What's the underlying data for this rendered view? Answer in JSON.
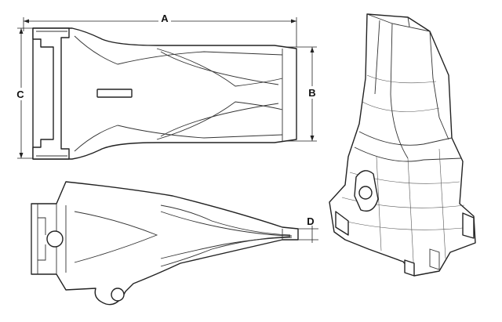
{
  "dimensions": {
    "a": "A",
    "b": "B",
    "c": "C",
    "d": "D"
  },
  "colors": {
    "line": "#222222",
    "background": "#ffffff"
  }
}
